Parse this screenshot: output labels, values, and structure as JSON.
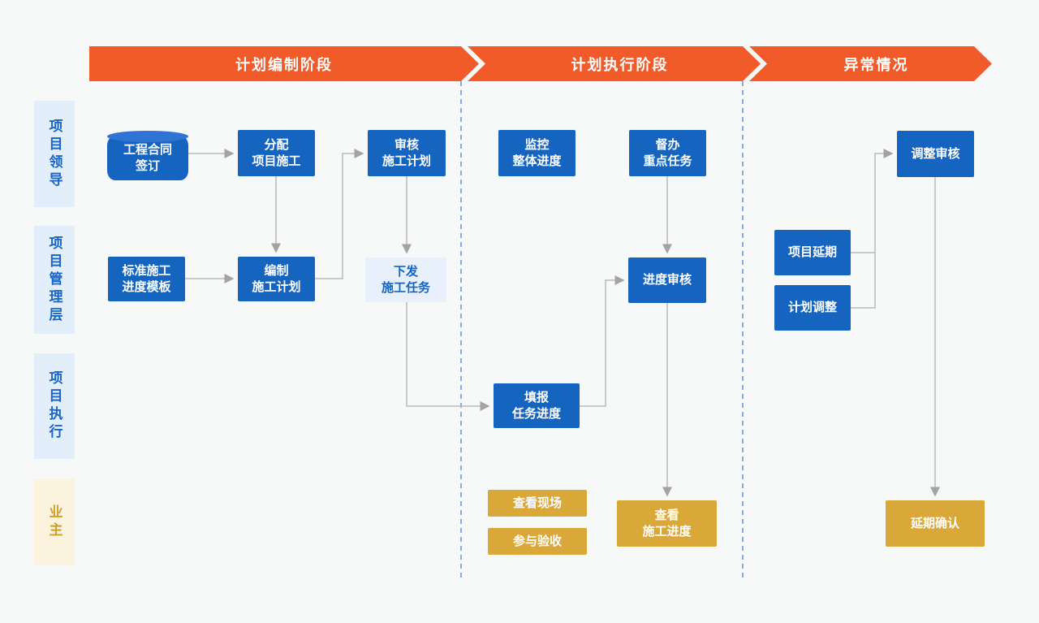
{
  "colors": {
    "bg": "#f7f8f8",
    "banner_orange": "#f05b29",
    "node_blue": "#1565c0",
    "cylinder_top_blue": "#2f74d3",
    "node_light_bg": "#e7f0fb",
    "node_light_text": "#1565c0",
    "gold": "#d9a838",
    "role_blue_bg": "#e3eefb",
    "role_blue_text": "#1b65c5",
    "owner_bg": "#fbf3de",
    "owner_text": "#cfa02c",
    "dashed_line": "#85ade5",
    "connector": "#b9b9b9"
  },
  "stages": [
    {
      "label": "计划编制阶段"
    },
    {
      "label": "计划执行阶段"
    },
    {
      "label": "异常情况"
    }
  ],
  "roles": [
    {
      "label": "项目领导"
    },
    {
      "label": "项目管理层"
    },
    {
      "label": "项目执行"
    },
    {
      "label": "业主"
    }
  ],
  "nodes": {
    "sign_contract": "工程合同\n签订",
    "assign_construction": "分配\n项目施工",
    "review_plan": "审核\n施工计划",
    "monitor_progress": "监控\n整体进度",
    "supervise_tasks": "督办\n重点任务",
    "adjust_review": "调整审核",
    "standard_template": "标准施工\n进度模板",
    "compile_plan": "编制\n施工计划",
    "issue_tasks": "下发\n施工任务",
    "progress_review": "进度审核",
    "project_delay": "项目延期",
    "plan_adjust": "计划调整",
    "fill_progress": "填报\n任务进度",
    "view_site": "查看现场",
    "join_acceptance": "参与验收",
    "view_progress": "查看\n施工进度",
    "delay_confirm": "延期确认"
  },
  "edges": [
    {
      "from": "sign_contract",
      "to": "assign_construction"
    },
    {
      "from": "assign_construction",
      "to": "compile_plan"
    },
    {
      "from": "standard_template",
      "to": "compile_plan"
    },
    {
      "from": "compile_plan",
      "to": "review_plan"
    },
    {
      "from": "review_plan",
      "to": "issue_tasks"
    },
    {
      "from": "issue_tasks",
      "to": "fill_progress"
    },
    {
      "from": "fill_progress",
      "to": "progress_review"
    },
    {
      "from": "supervise_tasks",
      "to": "progress_review"
    },
    {
      "from": "progress_review",
      "to": "view_progress"
    },
    {
      "from": "project_delay",
      "to": "adjust_review"
    },
    {
      "from": "plan_adjust",
      "to": "adjust_review"
    },
    {
      "from": "adjust_review",
      "to": "delay_confirm"
    }
  ]
}
